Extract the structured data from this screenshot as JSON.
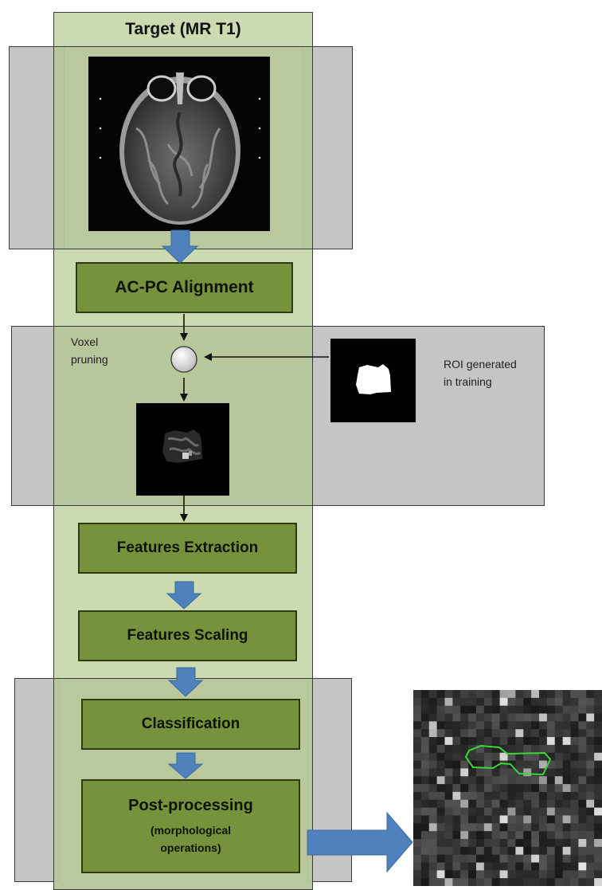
{
  "title": "Target (MR T1)",
  "steps": {
    "acpc": "AC-PC Alignment",
    "features_extraction": "Features Extraction",
    "features_scaling": "Features Scaling",
    "classification": "Classification",
    "post_processing": "Post-processing",
    "post_processing_sub1": "(morphological",
    "post_processing_sub2": "operations)"
  },
  "notes": {
    "voxel_line1": "Voxel",
    "voxel_line2": "pruning",
    "roi_line1": "ROI generated",
    "roi_line2": "in training"
  },
  "colors": {
    "step_fill": "#76923c",
    "column_fill": "#c8d7aa",
    "panel_gray": "#c5c5c5",
    "block_arrow": "#4f81bd",
    "contour": "#39d839"
  }
}
